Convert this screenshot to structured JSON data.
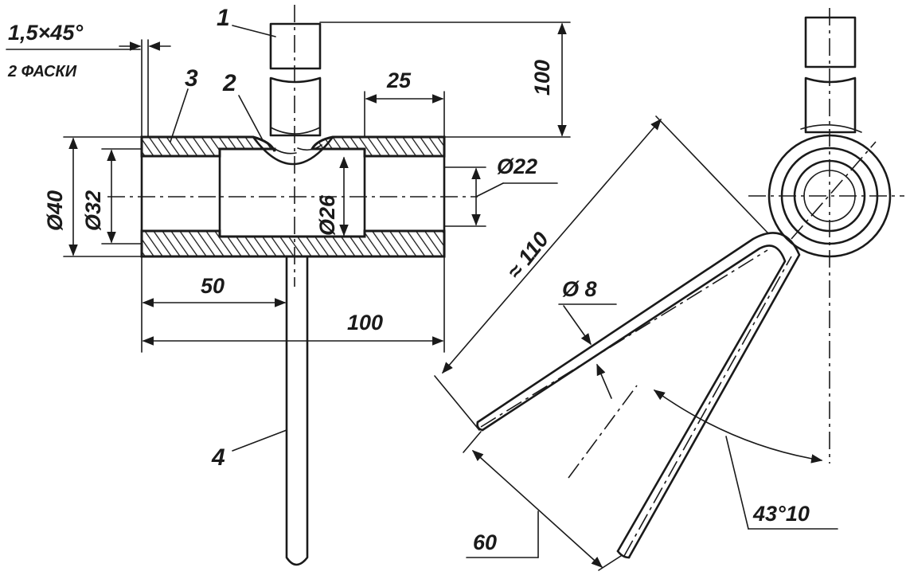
{
  "figure": {
    "left_view": {
      "chamfer": {
        "size": "1,5×45°",
        "note": "2 ФАСКИ"
      },
      "part_labels": [
        "1",
        "2",
        "3",
        "4"
      ],
      "dimensions": {
        "outer_diameter": "Ø40",
        "inner_diameter": "Ø32",
        "bore_diameter": "Ø26",
        "end_diameter": "Ø22",
        "end_length": "25",
        "pin_height": "100",
        "half_length": "50",
        "total_length": "100"
      }
    },
    "right_view": {
      "dimensions": {
        "leg_length": "≈ 110",
        "rod_diameter": "Ø 8",
        "spacing": "60",
        "angle": "43°10"
      }
    }
  }
}
